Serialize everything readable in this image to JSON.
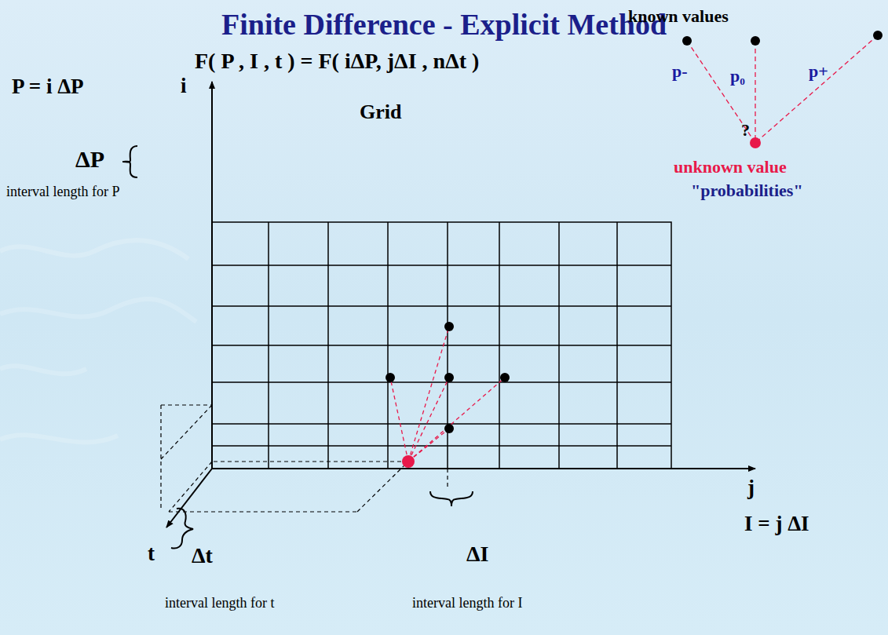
{
  "diagram": {
    "title": "Finite Difference - Explicit Method",
    "labels": [
      "F( P , I , t ) = F( iΔP, jΔI , nΔt )",
      "known values",
      "P = i ΔP",
      "i",
      "Grid",
      "ΔP",
      "interval length for P",
      "p-",
      "p₀",
      "p+",
      "?",
      "unknown value",
      "\"probabilities\"",
      "Δt",
      "ΔI",
      "j",
      "I = j ΔI",
      "t",
      "interval length for t",
      "interval length for I"
    ]
  }
}
